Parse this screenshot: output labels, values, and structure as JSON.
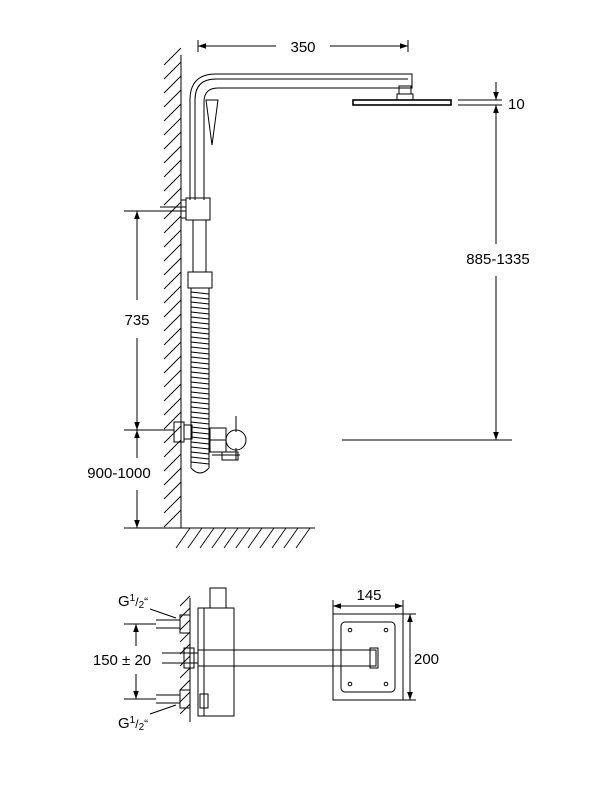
{
  "dimensions": {
    "arm_length": "350",
    "head_thickness": "10",
    "head_height": "885-1335",
    "bar_height": "735",
    "valve_height": "900-1000",
    "plate_width": "145",
    "plate_height": "200",
    "inlet_spacing": "150 ± 20",
    "inlet_top": "G",
    "inlet_bottom": "G",
    "inlet_fraction_num": "1",
    "inlet_fraction_den": "2",
    "inlet_quote": "“"
  }
}
